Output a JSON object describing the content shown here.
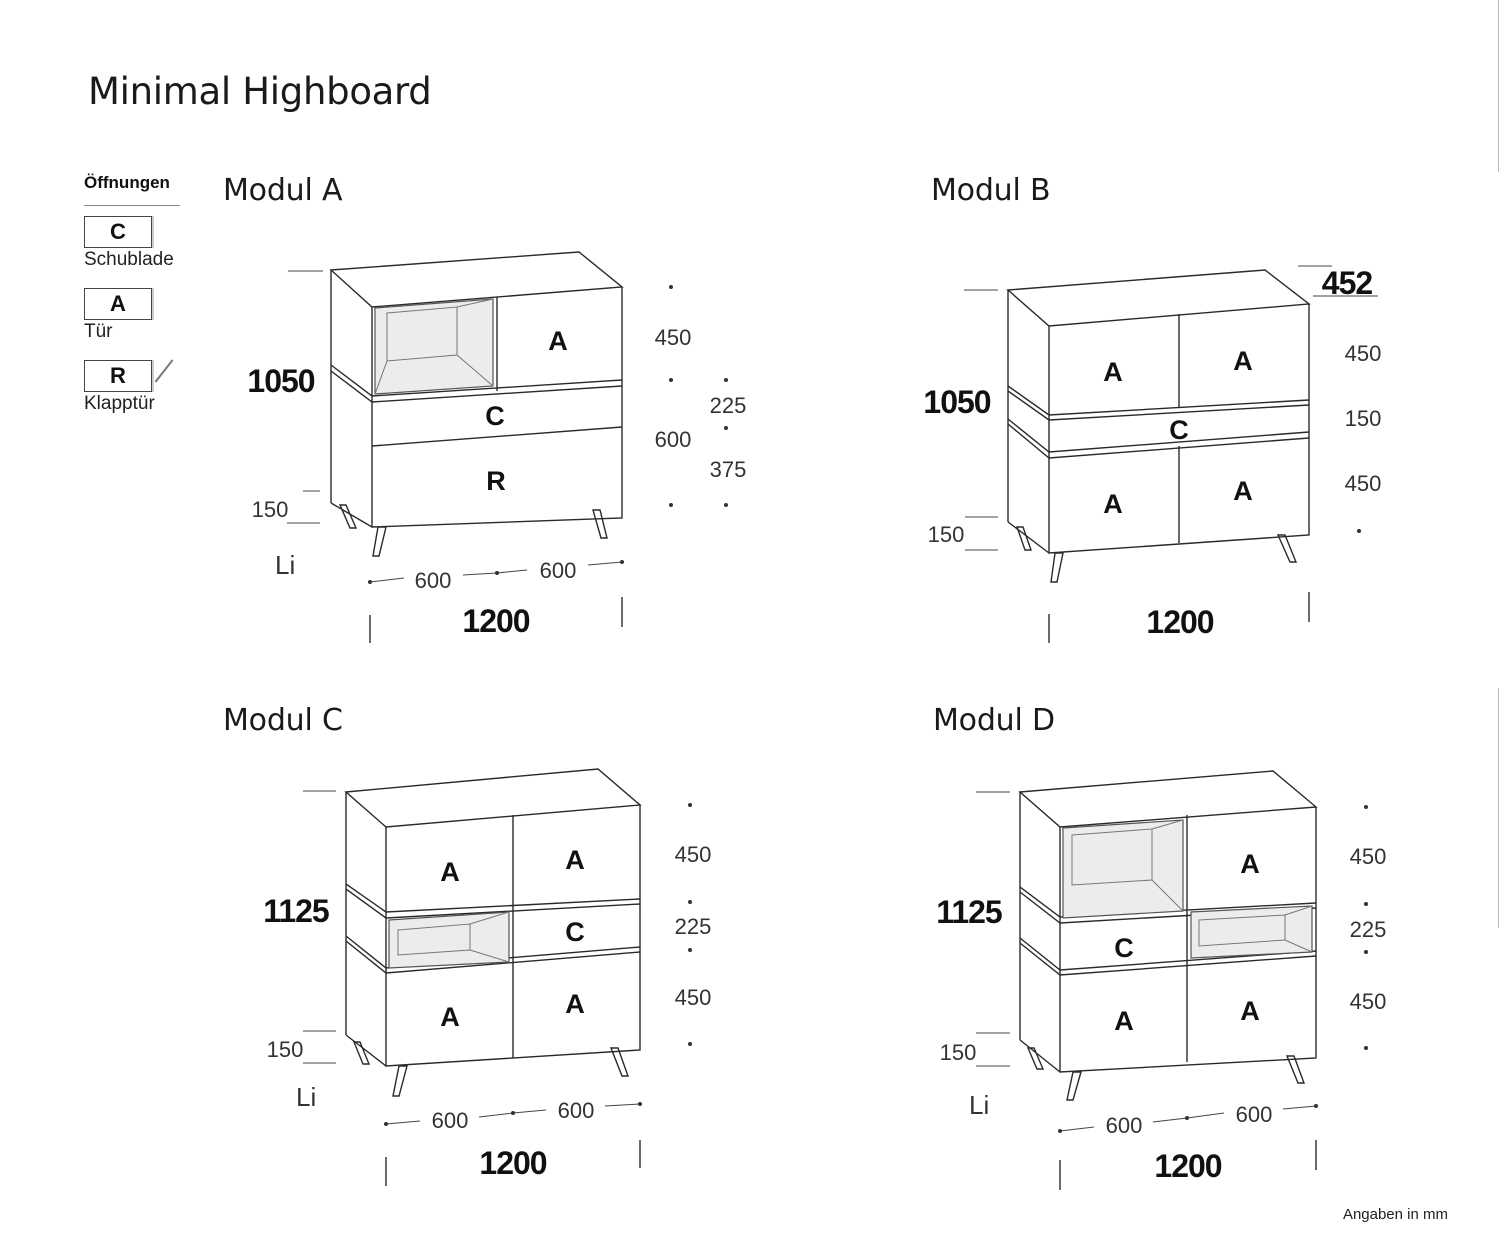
{
  "title": "Minimal Highboard",
  "legend": {
    "heading": "Öffnungen",
    "items": [
      {
        "code": "C",
        "label": "Schublade"
      },
      {
        "code": "A",
        "label": "Tür"
      },
      {
        "code": "R",
        "label": "Klapptür"
      }
    ]
  },
  "modules": [
    {
      "title": "Modul A",
      "total_height": "1050",
      "plinth": "150",
      "li": "Li",
      "width_left": "600",
      "width_right": "600",
      "total_width": "1200",
      "fronts": [
        "A",
        "C",
        "R"
      ],
      "dims_inner": [
        "450",
        "600"
      ],
      "dims_outer": [
        "225",
        "375"
      ]
    },
    {
      "title": "Modul B",
      "depth": "452",
      "total_height": "1050",
      "plinth": "150",
      "total_width": "1200",
      "fronts": [
        "A",
        "A",
        "C",
        "A",
        "A"
      ],
      "dims": [
        "450",
        "150",
        "450"
      ]
    },
    {
      "title": "Modul C",
      "total_height": "1125",
      "plinth": "150",
      "li": "Li",
      "width_left": "600",
      "width_right": "600",
      "total_width": "1200",
      "fronts": [
        "A",
        "A",
        "C",
        "A",
        "A"
      ],
      "dims": [
        "450",
        "225",
        "450"
      ]
    },
    {
      "title": "Modul D",
      "total_height": "1125",
      "plinth": "150",
      "li": "Li",
      "width_left": "600",
      "width_right": "600",
      "total_width": "1200",
      "fronts": [
        "A",
        "C",
        "A",
        "A"
      ],
      "dims": [
        "450",
        "225",
        "450"
      ]
    }
  ],
  "footer": "Angaben in mm"
}
